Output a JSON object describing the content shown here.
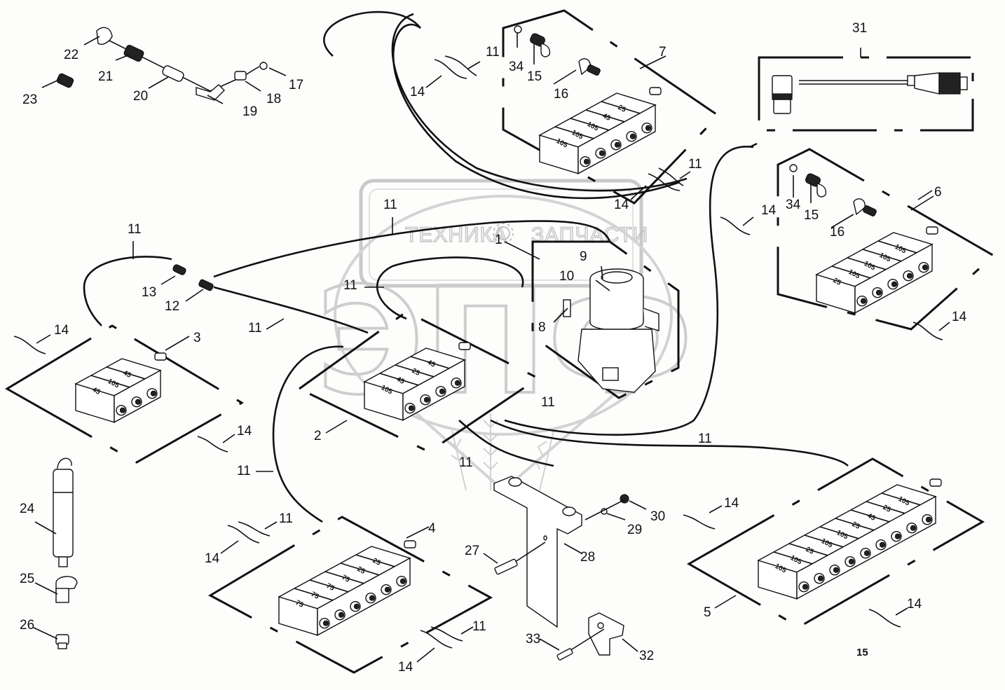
{
  "diagram": {
    "title": "Central lubrication system – exploded parts view",
    "figure_number": "15",
    "watermark": {
      "text_left": "ТЕХНИКА",
      "text_right": "ЗАПЧАСТИ",
      "logo": "ЭПФ",
      "icon": "gear-icon"
    },
    "callouts": [
      "1",
      "2",
      "3",
      "4",
      "5",
      "6",
      "7",
      "8",
      "9",
      "10",
      "11",
      "12",
      "13",
      "14",
      "15",
      "16",
      "17",
      "18",
      "19",
      "20",
      "21",
      "22",
      "23",
      "24",
      "25",
      "26",
      "27",
      "28",
      "29",
      "30",
      "31",
      "32",
      "33",
      "34"
    ],
    "distributors": [
      {
        "id": "2",
        "segments": [
          "105",
          "45",
          "25",
          "45"
        ]
      },
      {
        "id": "3",
        "segments": [
          "45",
          "105",
          "45"
        ]
      },
      {
        "id": "4",
        "segments": [
          "75",
          "75",
          "75",
          "75",
          "25",
          "25"
        ]
      },
      {
        "id": "5",
        "segments": [
          "105",
          "105",
          "25",
          "105",
          "105",
          "25",
          "45",
          "25",
          "105"
        ]
      },
      {
        "id": "6",
        "segments": [
          "25",
          "105",
          "105",
          "105",
          "105"
        ]
      },
      {
        "id": "7",
        "segments": [
          "105",
          "105",
          "105",
          "45",
          "25"
        ]
      }
    ]
  }
}
